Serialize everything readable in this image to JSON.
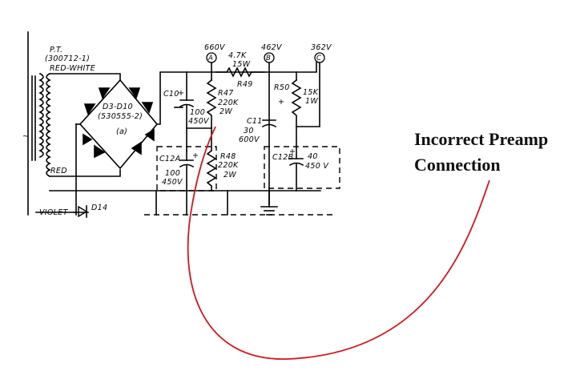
{
  "schematic": {
    "transformer": {
      "name": "P.T.",
      "part": "(300712-1)",
      "lead_top": "RED-WHITE",
      "lead_bottom": "RED",
      "lead_violet": "VIOLET"
    },
    "rectifier": {
      "name": "D3-D10",
      "part": "(530555-2)",
      "note": "(a)"
    },
    "d14": "D14",
    "nodes": [
      {
        "voltage": "660V",
        "letter": "A"
      },
      {
        "voltage": "462V",
        "letter": "B"
      },
      {
        "voltage": "362V",
        "letter": "C"
      }
    ],
    "r49": {
      "value": "4.7K",
      "watt": "15W",
      "name": "R49"
    },
    "r47": {
      "name": "R47",
      "value": "220K",
      "watt": "2W"
    },
    "r48": {
      "name": "R48",
      "value": "220K",
      "watt": "2W"
    },
    "r50": {
      "name": "R50",
      "value": "15K",
      "watt": "1W"
    },
    "c10": {
      "name": "C10",
      "polarity": "+",
      "value": "100",
      "voltage": "450V"
    },
    "c11": {
      "name": "C11",
      "value": "30",
      "voltage": "600V",
      "polarity": "+"
    },
    "c12a": {
      "name": "C12A",
      "polarity": "+",
      "value": "100",
      "voltage": "450V"
    },
    "c12b": {
      "name": "C12B",
      "polarity": "+",
      "value": "40",
      "voltage": "450 V"
    }
  },
  "annotation": {
    "line1": "Incorrect Preamp",
    "line2": "Connection",
    "arrow_color": "#d0181f"
  }
}
